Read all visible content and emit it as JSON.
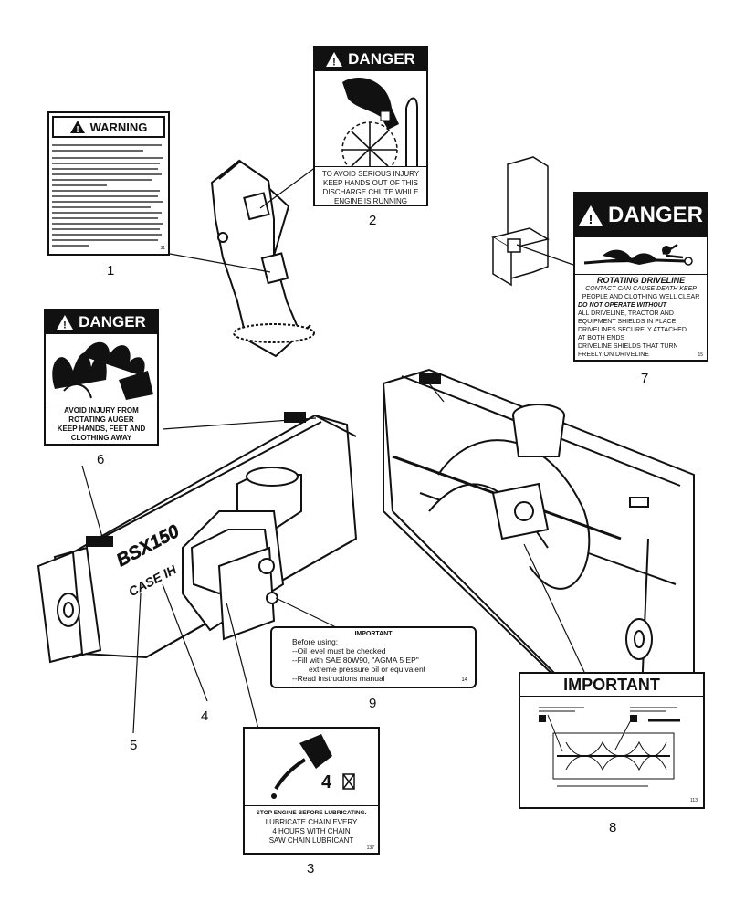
{
  "decals": {
    "d1": {
      "callout": "1",
      "header": "WARNING",
      "code": "31"
    },
    "d2": {
      "callout": "2",
      "header": "DANGER",
      "lines": [
        "TO AVOID SERIOUS INJURY",
        "KEEP HANDS OUT OF THIS",
        "DISCHARGE CHUTE WHILE",
        "ENGINE IS RUNNING"
      ]
    },
    "d3": {
      "callout": "3",
      "symbol": "4",
      "lines": [
        "STOP ENGINE BEFORE LUBRICATING.",
        "LUBRICATE CHAIN EVERY",
        "4 HOURS WITH CHAIN",
        "SAW CHAIN LUBRICANT"
      ],
      "code": "137"
    },
    "d6": {
      "callout": "6",
      "header": "DANGER",
      "lines": [
        "AVOID INJURY FROM",
        "ROTATING AUGER",
        "KEEP HANDS, FEET AND",
        "CLOTHING AWAY"
      ]
    },
    "d7": {
      "callout": "7",
      "header": "DANGER",
      "title": "ROTATING DRIVELINE",
      "lines": [
        "CONTACT CAN CAUSE DEATH KEEP",
        "PEOPLE AND CLOTHING WELL CLEAR"
      ],
      "subtitle": "DO NOT OPERATE WITHOUT",
      "bullets": [
        "ALL DRIVELINE, TRACTOR AND",
        "EQUIPMENT SHIELDS IN PLACE",
        "DRIVELINES SECURELY ATTACHED",
        "AT BOTH ENDS",
        "DRIVELINE SHIELDS THAT TURN",
        "FREELY ON DRIVELINE"
      ],
      "code": "15"
    },
    "d8": {
      "callout": "8",
      "header": "IMPORTANT",
      "code": "113"
    },
    "d9": {
      "callout": "9",
      "header": "IMPORTANT",
      "lines": [
        "Before using:",
        "--Oil level must be checked",
        "--Fill with SAE 80W90, \"AGMA 5 EP\"",
        "extreme pressure oil or equivalent",
        "--Read instructions manual"
      ],
      "code": "14"
    }
  },
  "callouts": {
    "c4": "4",
    "c5": "5"
  },
  "machine": {
    "model": "BSX150",
    "brand": "CASE IH"
  }
}
